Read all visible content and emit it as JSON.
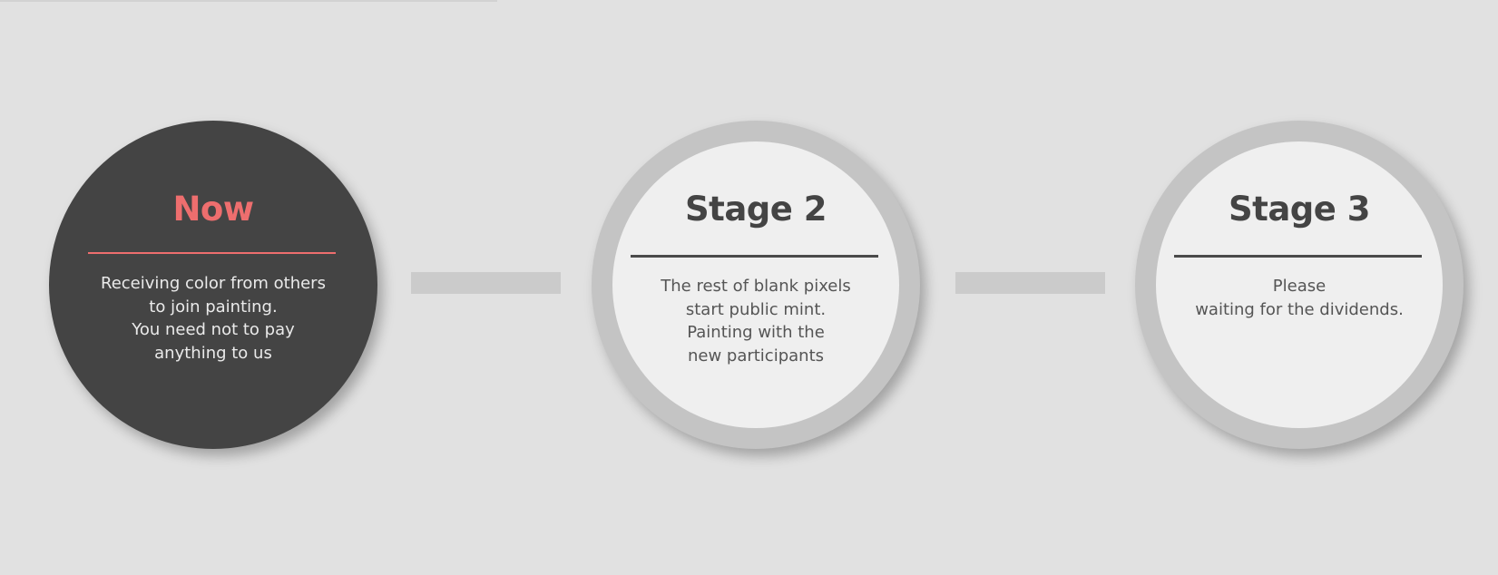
{
  "stages": [
    {
      "title": "Now",
      "lines": [
        "Receiving color from others",
        "to join painting.",
        "You need not to pay",
        "anything to us"
      ]
    },
    {
      "title": "Stage 2",
      "lines": [
        "The rest of blank pixels",
        "start public mint.",
        "Painting with the",
        "new participants"
      ]
    },
    {
      "title": "Stage 3",
      "lines": [
        "Please",
        "waiting for the dividends."
      ]
    }
  ],
  "colors": {
    "background": "#e1e1e1",
    "active_fill": "#444444",
    "active_accent": "#ee6e6e",
    "pending_ring": "#c4c4c4",
    "pending_fill": "#efefef",
    "connector": "#cbcbcb"
  }
}
